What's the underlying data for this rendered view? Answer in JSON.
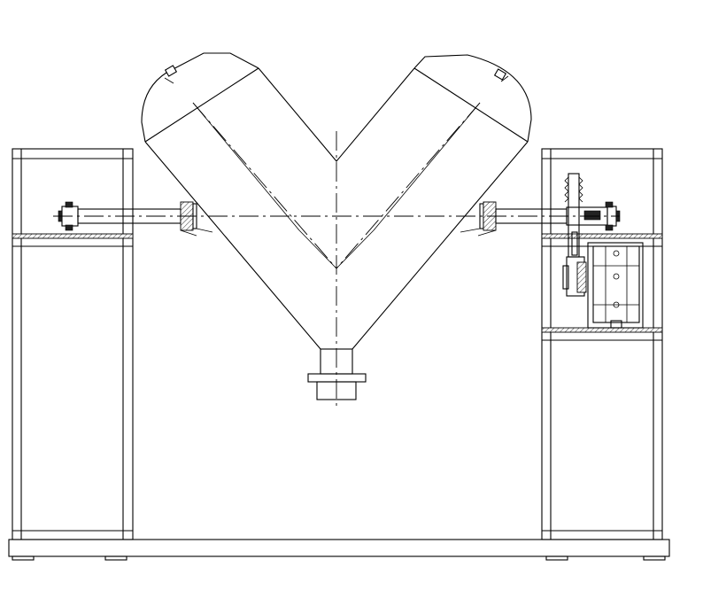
{
  "drawing": {
    "subject": "v-blender-front-elevation",
    "line_color": "#000000",
    "background_color": "#ffffff",
    "components": [
      "v-shaped-vessel",
      "left-support-frame",
      "right-support-frame",
      "left-shaft",
      "right-shaft",
      "drive-pulley",
      "gear-motor",
      "discharge-valve",
      "base-frame"
    ]
  }
}
